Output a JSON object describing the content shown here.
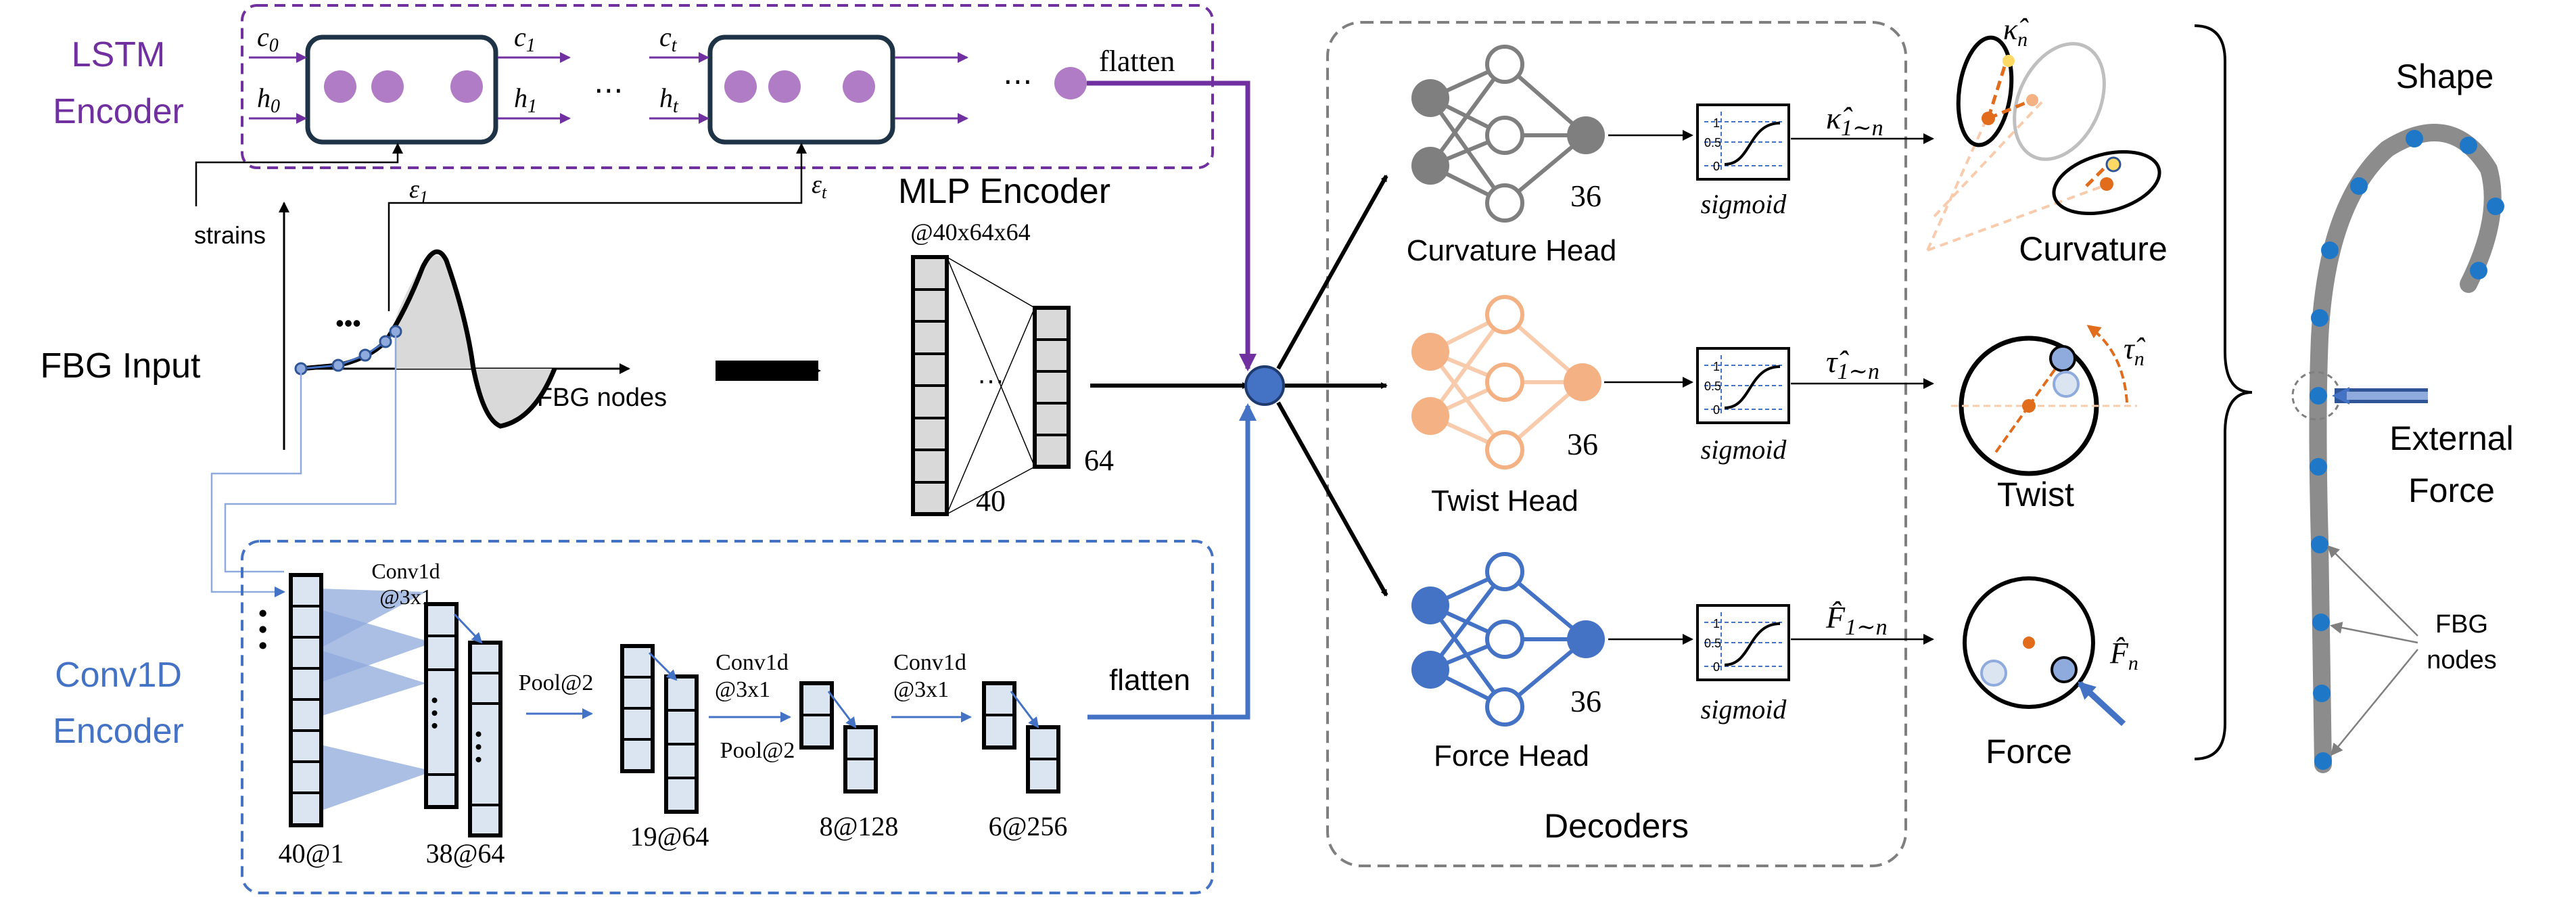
{
  "colors": {
    "lstm": "#7030a0",
    "lstm_node": "#b07cc6",
    "conv": "#4472c4",
    "conv_fill": "#dbe5f1",
    "tri_fill": "#8faadc",
    "curv_node": "#7f7f7f",
    "twist_node": "#f4b183",
    "twist_line": "#f8cbad",
    "force_node": "#4472c4",
    "dash_gray": "#7f7f7f",
    "shape_gray": "#8c8c8c",
    "shape_node": "#1f77c8",
    "orange": "#e06c1c",
    "black": "#000000"
  },
  "lstm": {
    "title_line1": "LSTM",
    "title_line2": "Encoder",
    "c0": "c",
    "c0_sub": "0",
    "h0": "h",
    "h0_sub": "0",
    "c1": "c",
    "c1_sub": "1",
    "h1": "h",
    "h1_sub": "1",
    "ct": "c",
    "ct_sub": "t",
    "ht": "h",
    "ht_sub": "t",
    "ellipsis": "⋯",
    "flatten": "flatten",
    "eps1": "ε",
    "eps1_sub": "1",
    "epst": "ε",
    "epst_sub": "t"
  },
  "input": {
    "label": "FBG Input",
    "y_axis": "strains",
    "x_axis": "FBG nodes",
    "dots": "•••"
  },
  "mlp": {
    "title": "MLP Encoder",
    "size_label": "@40x64x64",
    "n1": "40",
    "n2": "64",
    "dots": "···"
  },
  "conv": {
    "title_line1": "Conv1D",
    "title_line2": "Encoder",
    "op1_line1": "Conv1d",
    "op1_line2": "@3x1",
    "pool1": "Pool@2",
    "op2_line1": "Conv1d",
    "op2_line2": "@3x1",
    "pool2": "Pool@2",
    "op3_line1": "Conv1d",
    "op3_line2": "@3x1",
    "flatten": "flatten",
    "sizes": [
      "40@1",
      "38@64",
      "19@64",
      "8@128",
      "6@256"
    ]
  },
  "decoders": {
    "title": "Decoders",
    "dim": "36",
    "sigmoid": "sigmoid",
    "sig_ticks": [
      "1",
      "0.5",
      "0"
    ],
    "curv_head": "Curvature Head",
    "twist_head": "Twist Head",
    "force_head": "Force Head",
    "kappa_out": "κ̂",
    "tau_out": "τ̂",
    "f_out": "F̂",
    "range_sub": "1∼n"
  },
  "outputs": {
    "curvature": "Curvature",
    "twist": "Twist",
    "force": "Force",
    "kappa_n": "κ̂",
    "tau_n": "τ̂",
    "f_n": "F̂",
    "n_sub": "n"
  },
  "shape": {
    "title": "Shape",
    "ext_line1": "External",
    "ext_line2": "Force",
    "fbg_line1": "FBG",
    "fbg_line2": "nodes"
  }
}
